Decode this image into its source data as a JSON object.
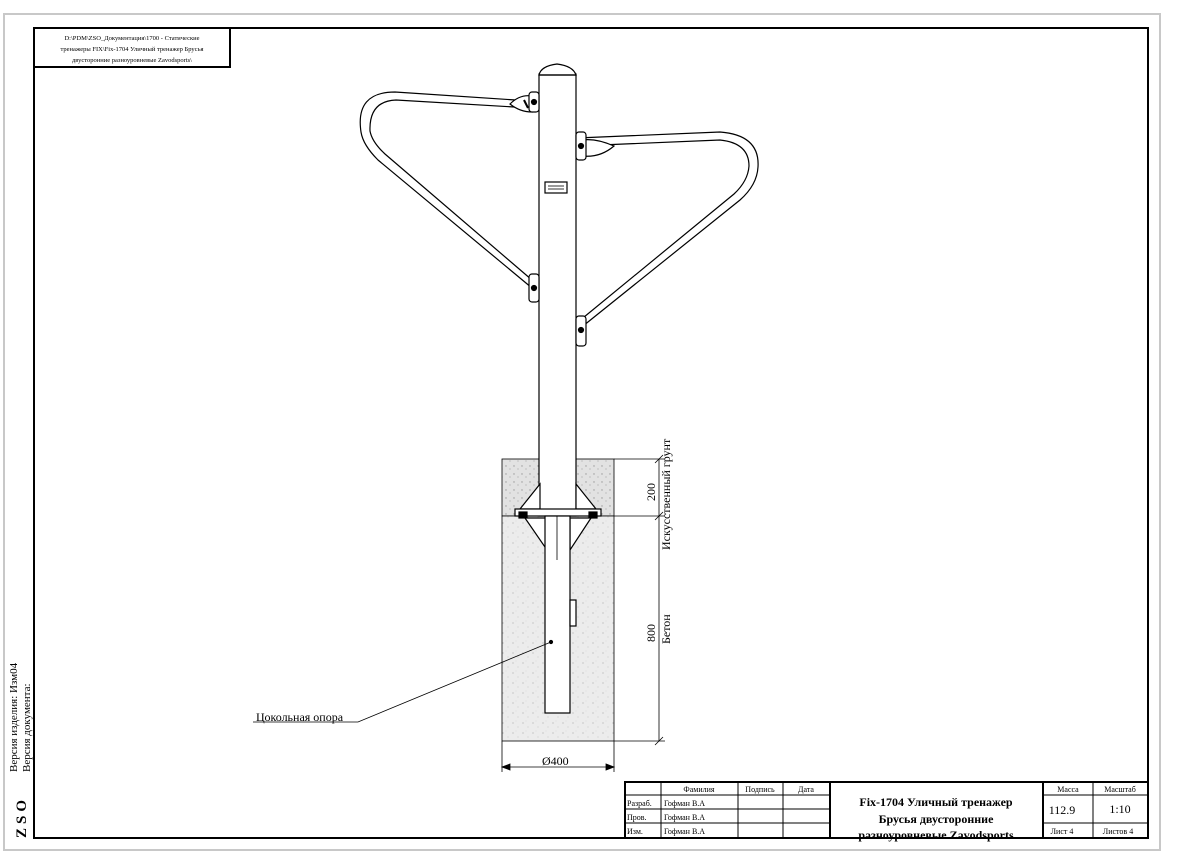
{
  "file_path": "D:\\PDM\\ZSO_Документация\\1700 - Статические тренажеры FIX\\Fix-1704 Уличный тренажер Брусья двусторонние разноуровневые Zavodsports\\",
  "file_path_lines": [
    "D:\\PDM\\ZSO_Документация\\1700 - Статические",
    "тренажеры FIX\\Fix-1704 Уличный тренажер Брусья",
    "двусторонние разноуровневые Zavodsports\\"
  ],
  "side": {
    "brand": "ZSO",
    "version_product": "Версия изделия: Изм04",
    "version_document": "Версия документа:"
  },
  "drawing": {
    "dim_soil_depth": "200",
    "dim_concrete_depth": "800",
    "dim_diameter": "Ø400",
    "label_soil": "Искусственный грунт",
    "label_concrete": "Бетон",
    "callout_base": "Цокольная опора"
  },
  "title_block": {
    "head_surname": "Фамилия",
    "head_signature": "Подпись",
    "head_date": "Дата",
    "rows": [
      {
        "role": "Разраб.",
        "name": "Гофман В.А"
      },
      {
        "role": "Пров.",
        "name": "Гофман В.А"
      },
      {
        "role": "Изм.",
        "name": "Гофман В.А"
      }
    ],
    "title_lines": [
      "Fix-1704 Уличный тренажер",
      "Брусья двусторонние",
      "разноуровневые Zavodsports"
    ],
    "mass_label": "Масса",
    "mass_value": "112.9",
    "scale_label": "Масштаб",
    "scale_value": "1:10",
    "sheet_label": "Лист 4",
    "sheets_label": "Листов 4"
  },
  "colors": {
    "line": "#000000",
    "frame_outer": "#c8c8c8",
    "hatch": "#e4e4e4"
  }
}
